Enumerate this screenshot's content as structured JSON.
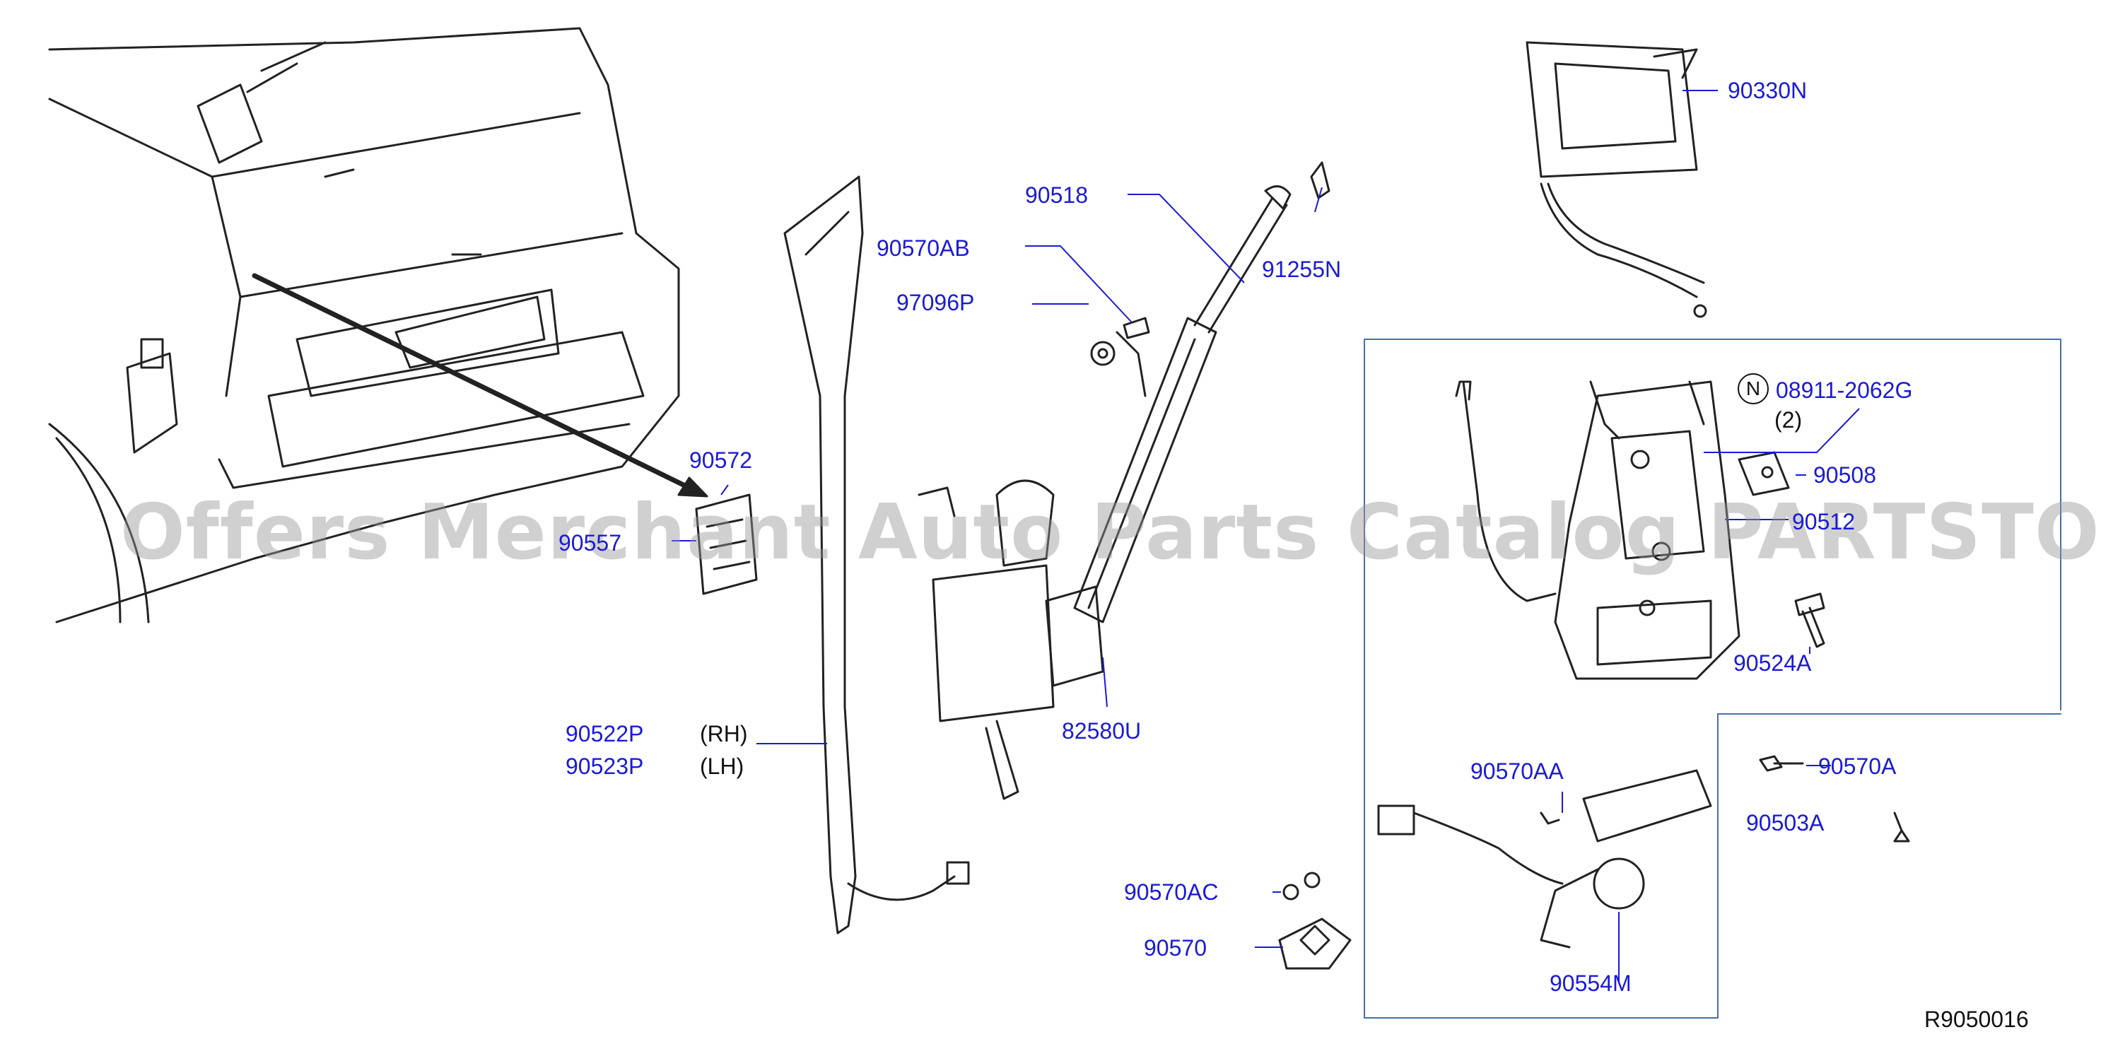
{
  "labels": {
    "p90330N": "90330N",
    "p90518": "90518",
    "p90570AB": "90570AB",
    "p91255N": "91255N",
    "p97096P": "97096P",
    "p08911": "08911-2062G",
    "p08911qty": "(2)",
    "p90508": "90508",
    "p90572": "90572",
    "p90512": "90512",
    "p90557": "90557",
    "p90524A": "90524A",
    "p82580U": "82580U",
    "p90522P": "90522P",
    "p90523P": "90523P",
    "rh": "(RH)",
    "lh": "(LH)",
    "p90570AA": "90570AA",
    "p90570A": "90570A",
    "p90503A": "90503A",
    "p90570AC": "90570AC",
    "p90570": "90570",
    "p90554M": "90554M"
  },
  "n_marker": "N",
  "watermark": "Offers Merchant Auto Parts Catalog PARTSTORE.SA",
  "diagram_ref": "R9050016",
  "colors": {
    "label": "#1a1ad6",
    "line": "#222222",
    "leader": "#1a1ad6"
  }
}
